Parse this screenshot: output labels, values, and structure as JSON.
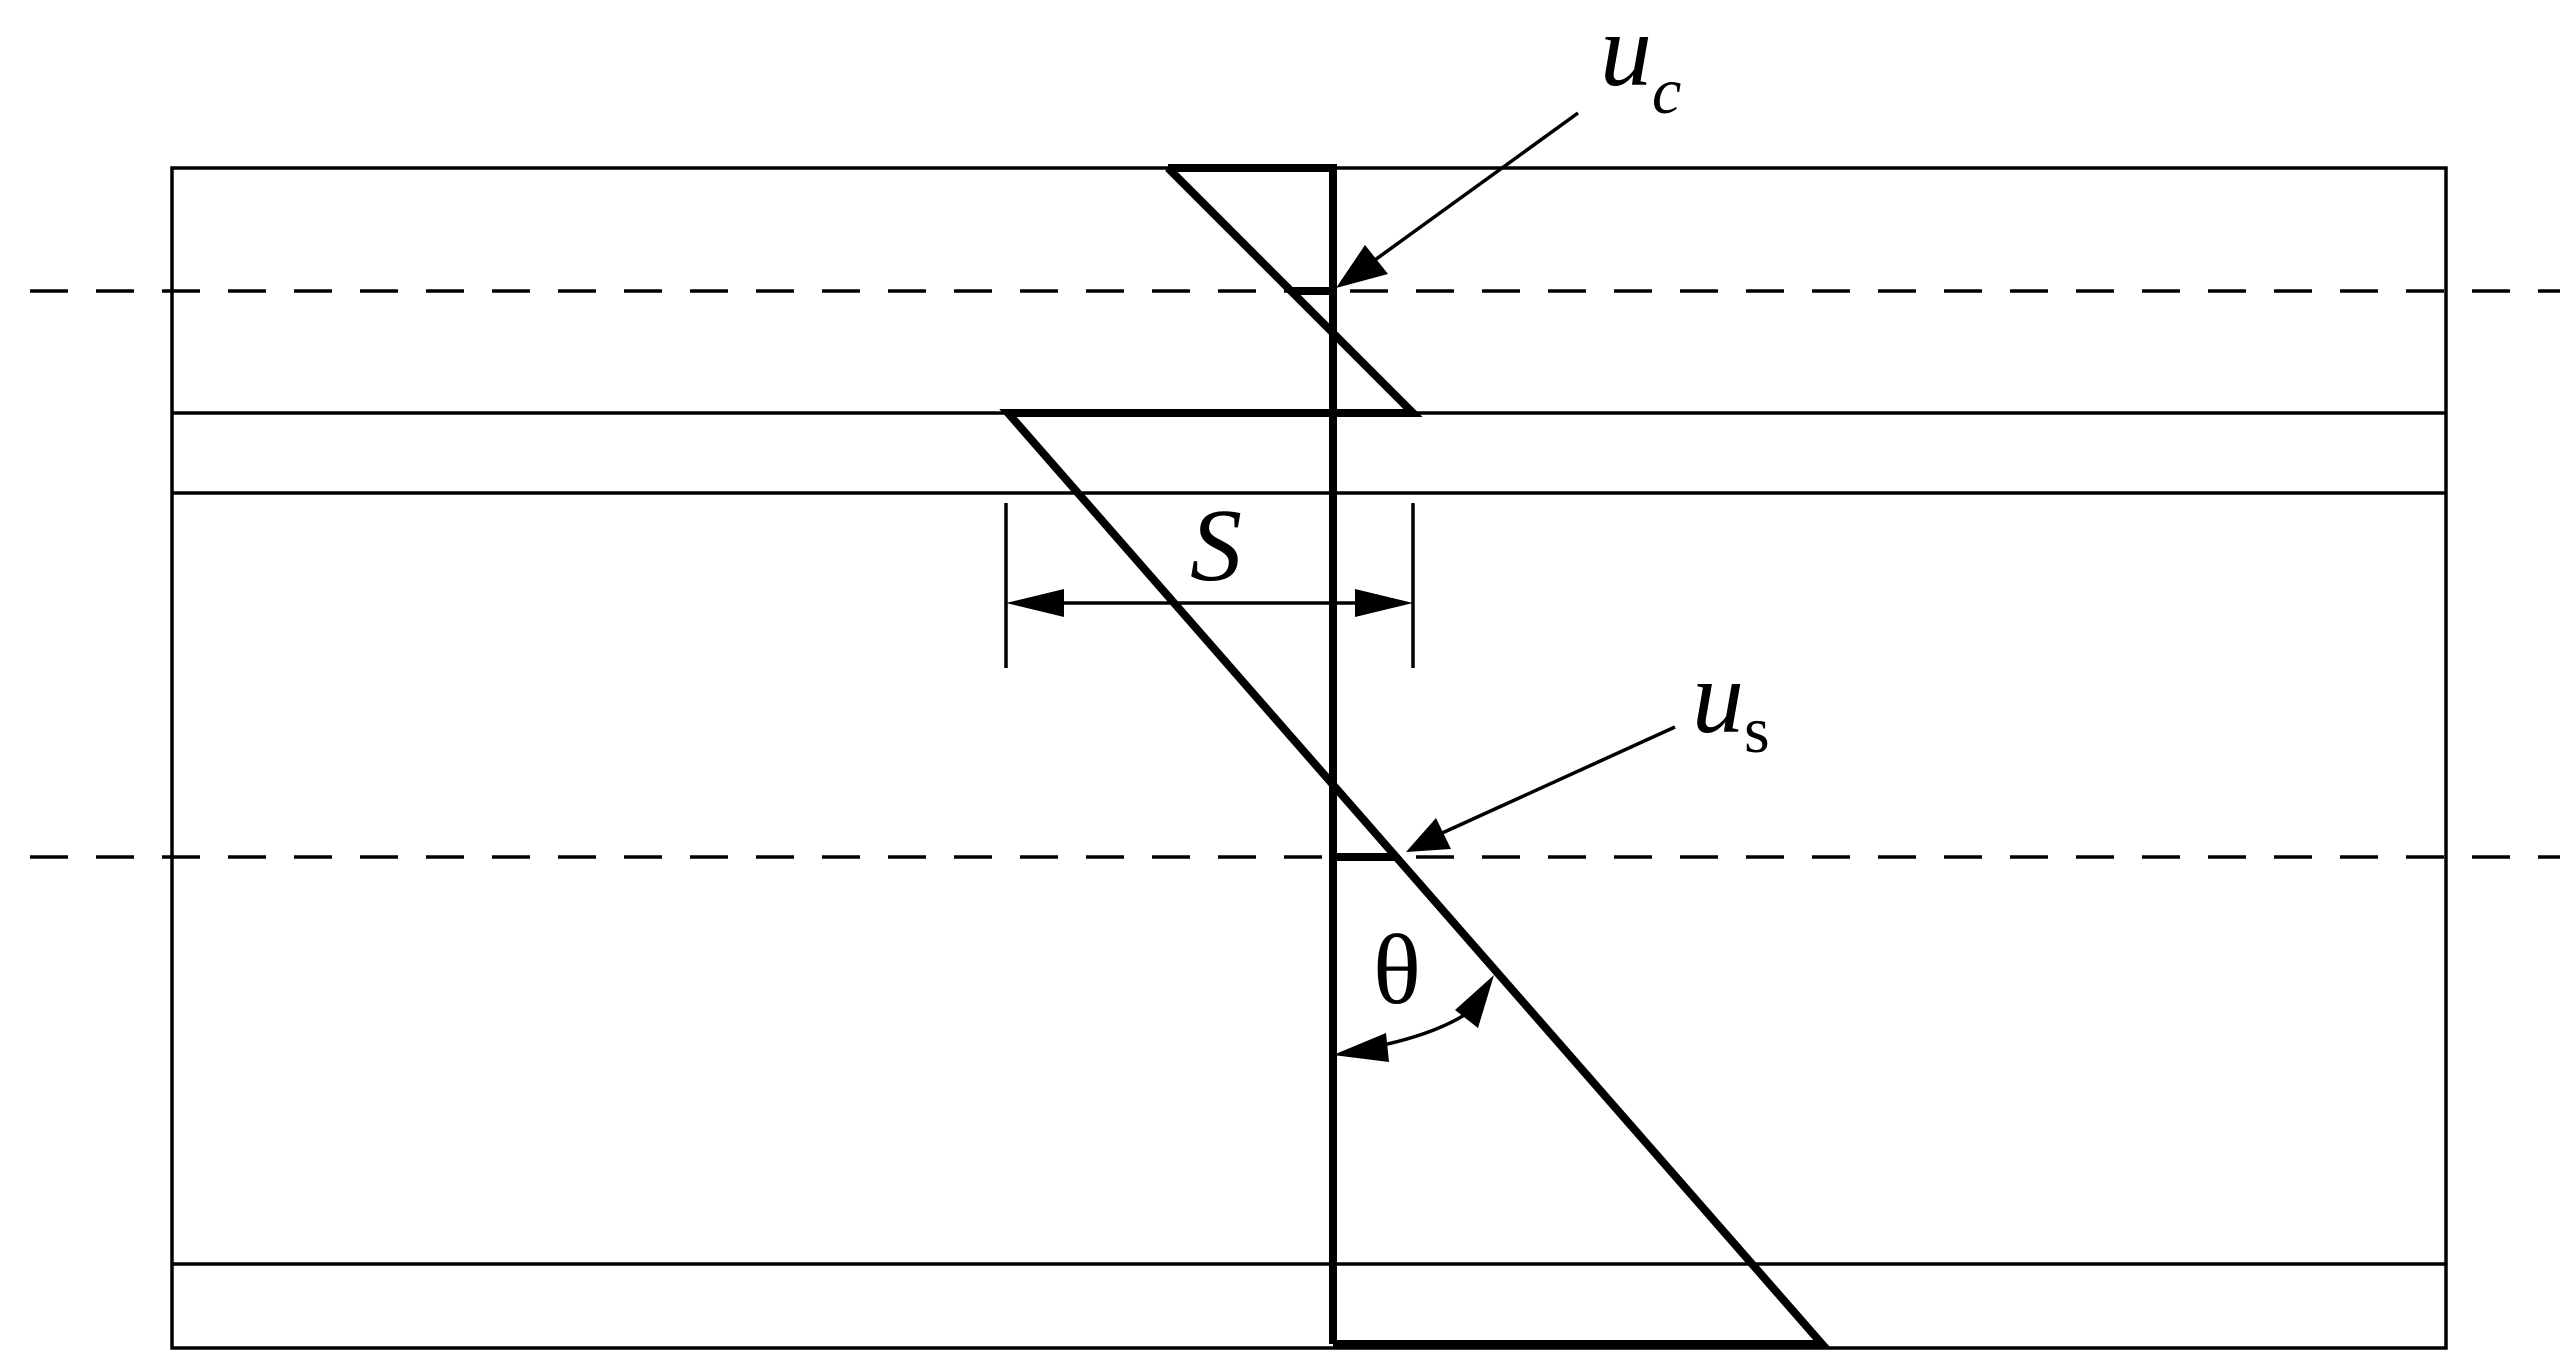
{
  "labels": {
    "uc_main": "u",
    "uc_sub": "c",
    "us_main": "u",
    "us_sub": "s",
    "s": "S",
    "theta": "θ"
  }
}
